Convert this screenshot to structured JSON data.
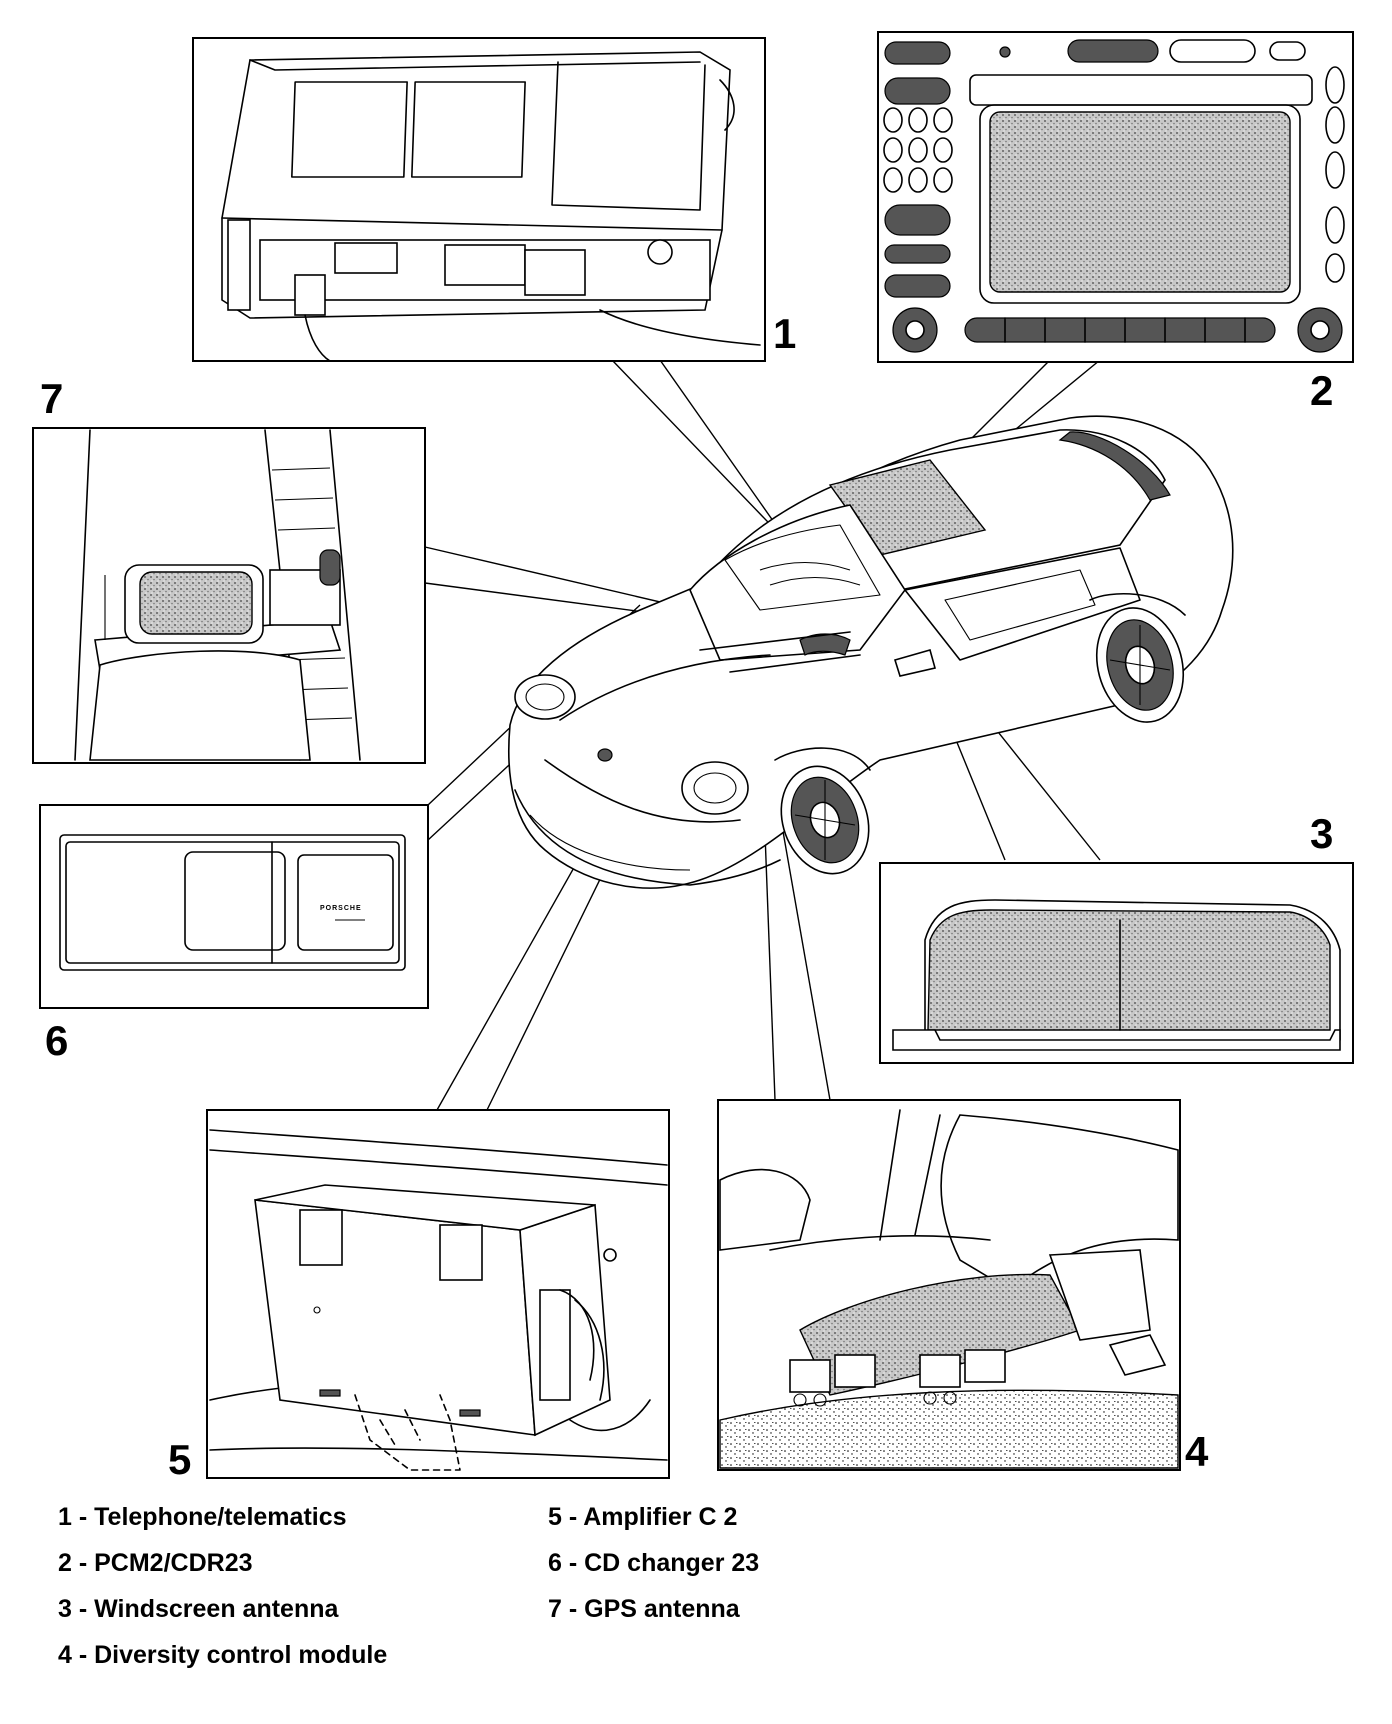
{
  "callouts": [
    "1",
    "2",
    "3",
    "4",
    "5",
    "6",
    "7"
  ],
  "legend": [
    {
      "num": "1",
      "label": "Telephone/telematics"
    },
    {
      "num": "2",
      "label": "PCM2/CDR23"
    },
    {
      "num": "3",
      "label": "Windscreen antenna"
    },
    {
      "num": "4",
      "label": "Diversity control module"
    },
    {
      "num": "5",
      "label": "Amplifier C 2"
    },
    {
      "num": "6",
      "label": "CD changer 23"
    },
    {
      "num": "7",
      "label": "GPS antenna"
    }
  ],
  "cd_changer_brand": "PORSCHE"
}
